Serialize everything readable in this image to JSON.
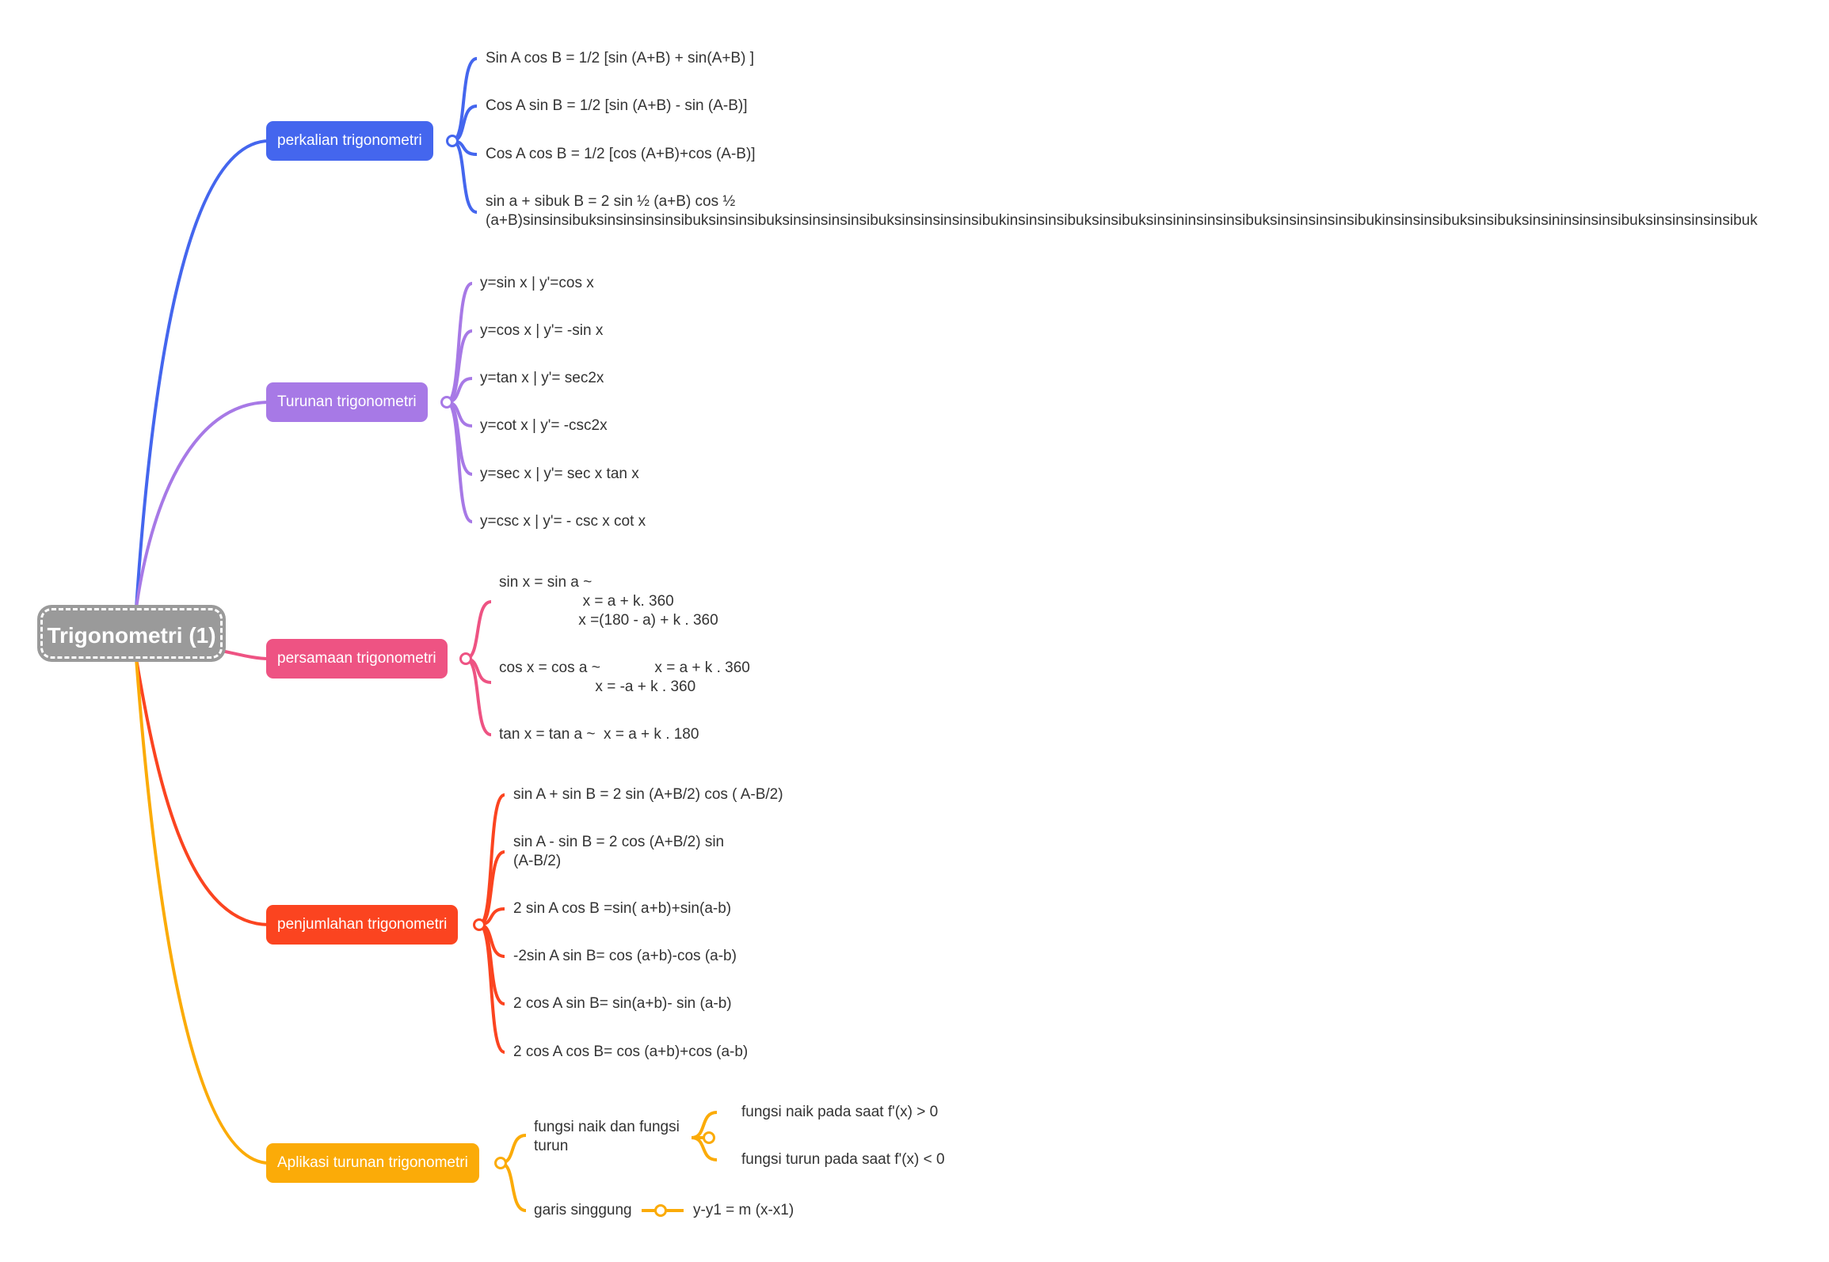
{
  "root": {
    "label": "Trigonometri (1)"
  },
  "colors": {
    "root": "#9a9a9a",
    "perkalian": "#4466ee",
    "turunan": "#a779e6",
    "persamaan": "#ee5383",
    "penjumlahan": "#fb4420",
    "aplikasi": "#fbab08"
  },
  "branches": {
    "perkalian": {
      "label": "perkalian trigonometri",
      "items": [
        "Sin A cos B = 1/2 [sin (A+B) + sin(A+B) ]",
        "Cos A sin B = 1/2 [sin (A+B) - sin (A-B)]",
        "Cos A cos B = 1/2 [cos (A+B)+cos (A-B)]",
        "sin a + sibuk B = 2 sin ½ (a+B) cos ½\n(a+B)sinsinsibuksinsinsinsinsibuksinsinsibuksinsinsinsinsibuksinsinsinsinsibukinsinsinsibuksinsibuksinsininsinsinsibuksinsinsinsinsibukinsinsinsibuksinsibuksinsininsinsinsibuksinsinsinsinsibuk"
      ]
    },
    "turunan": {
      "label": "Turunan trigonometri",
      "items": [
        "y=sin x | y'=cos x",
        "y=cos x | y'= -sin x",
        "y=tan x | y'= sec2x",
        "y=cot x | y'= -csc2x",
        "y=sec x | y'= sec x tan x",
        "y=csc x | y'= - csc x cot x"
      ]
    },
    "persamaan": {
      "label": "persamaan trigonometri",
      "items": [
        "sin x = sin a ~\n                    x = a + k. 360\n                   x =(180 - a) + k . 360",
        "cos x = cos a ~             x = a + k . 360\n                       x = -a + k . 360",
        "tan x = tan a ~  x = a + k . 180"
      ]
    },
    "penjumlahan": {
      "label": "penjumlahan trigonometri",
      "items": [
        "sin A + sin B = 2 sin (A+B/2) cos ( A-B/2)",
        "sin A - sin B = 2 cos (A+B/2) sin\n(A-B/2)",
        "2 sin A cos B =sin( a+b)+sin(a-b)",
        "-2sin A sin B= cos (a+b)-cos (a-b)",
        "2 cos A sin B= sin(a+b)- sin (a-b)",
        "2 cos A cos B= cos (a+b)+cos (a-b)"
      ]
    },
    "aplikasi": {
      "label": "Aplikasi turunan trigonometri",
      "fungsi": {
        "label": "fungsi naik dan fungsi\nturun",
        "items": [
          "fungsi naik pada saat f'(x) > 0",
          "fungsi turun pada saat f'(x) < 0"
        ]
      },
      "garis": {
        "label": "garis singgung",
        "items": [
          "y-y1 = m (x-x1)"
        ]
      }
    }
  }
}
